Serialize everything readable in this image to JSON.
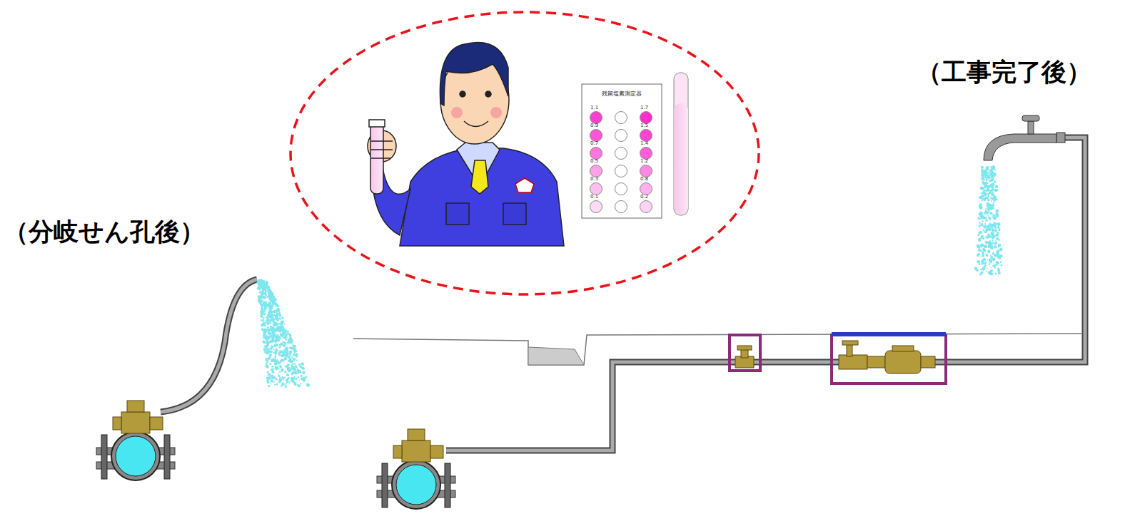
{
  "diagram": {
    "nodes": [
      {
        "text": [
          "残留塩素測定器"
        ]
      }
    ],
    "labels": [
      "（分岐せん孔後）",
      "（工事完了後）",
      "1.1",
      "0.9",
      "0.7",
      "0.5",
      "0.3",
      "0.1",
      "1.7",
      "1.5",
      "1.4",
      "1.2",
      "0.8",
      "0.2"
    ]
  }
}
